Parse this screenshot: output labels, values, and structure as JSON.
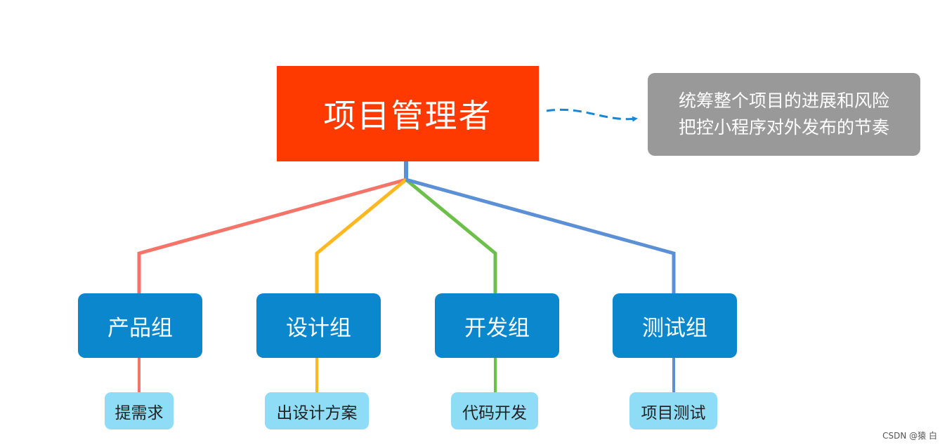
{
  "diagram": {
    "root": {
      "label": "项目管理者",
      "color": "#ff3a00"
    },
    "note": {
      "lines": [
        "统筹整个项目的进展和风险",
        "把控小程序对外发布的节奏"
      ],
      "color": "#999999",
      "arrow_color": "#1a86d6"
    },
    "trunk_color": "#5b8fd6",
    "group_color": "#0a87cd",
    "task_color": "#8fdcf7",
    "groups": [
      {
        "label": "产品组",
        "line_color": "#f5746a",
        "task": "提需求"
      },
      {
        "label": "设计组",
        "line_color": "#ffb820",
        "task": "出设计方案"
      },
      {
        "label": "开发组",
        "line_color": "#6cc04a",
        "task": "代码开发"
      },
      {
        "label": "测试组",
        "line_color": "#5b8fd6",
        "task": "项目测试"
      }
    ]
  },
  "watermark": "CSDN @猿 白"
}
